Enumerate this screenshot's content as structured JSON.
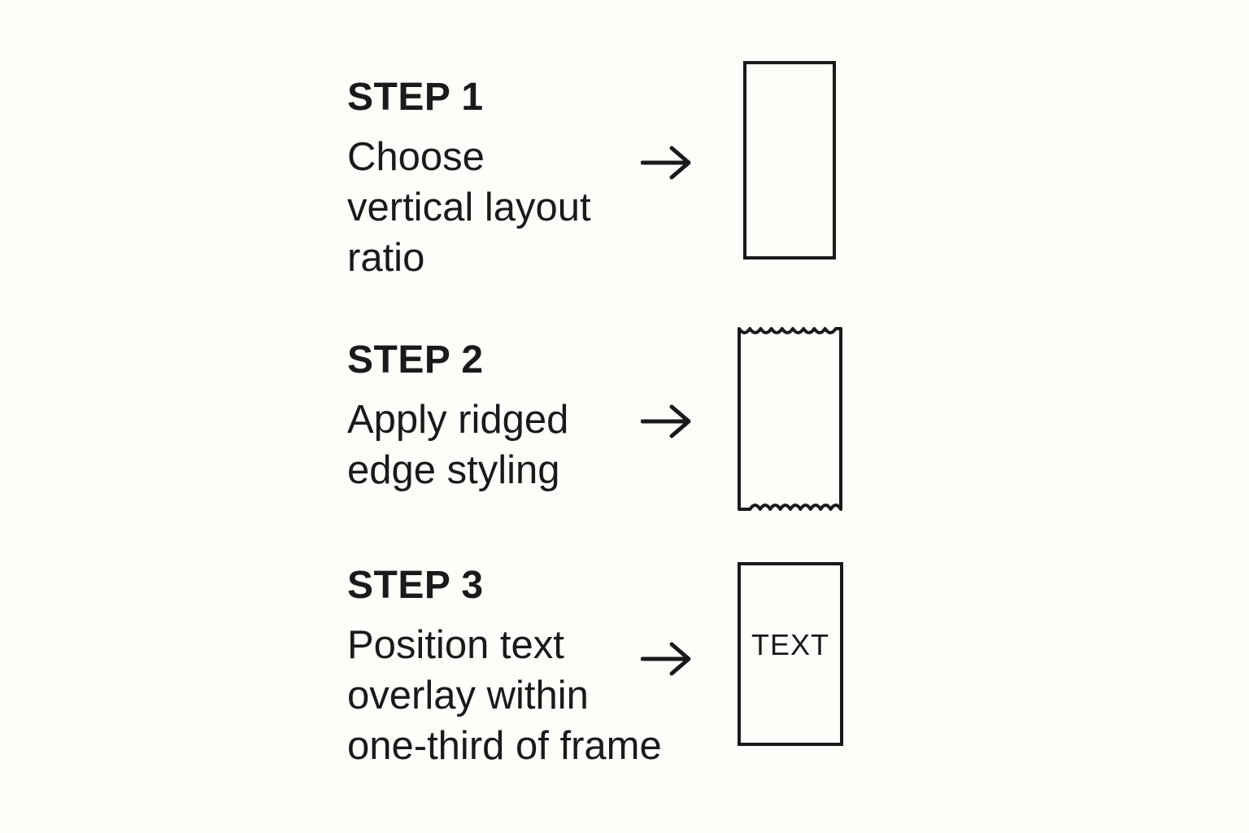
{
  "steps": [
    {
      "title": "STEP 1",
      "lines": [
        "Choose",
        "vertical layout",
        "ratio"
      ]
    },
    {
      "title": "STEP 2",
      "lines": [
        "Apply ridged",
        "edge styling"
      ]
    },
    {
      "title": "STEP 3",
      "lines": [
        "Position text",
        "overlay within",
        "one-third of frame"
      ],
      "frame_text": "TEXT"
    }
  ],
  "colors": {
    "background": "#fdfdfa",
    "ink": "#1a1a1a"
  }
}
